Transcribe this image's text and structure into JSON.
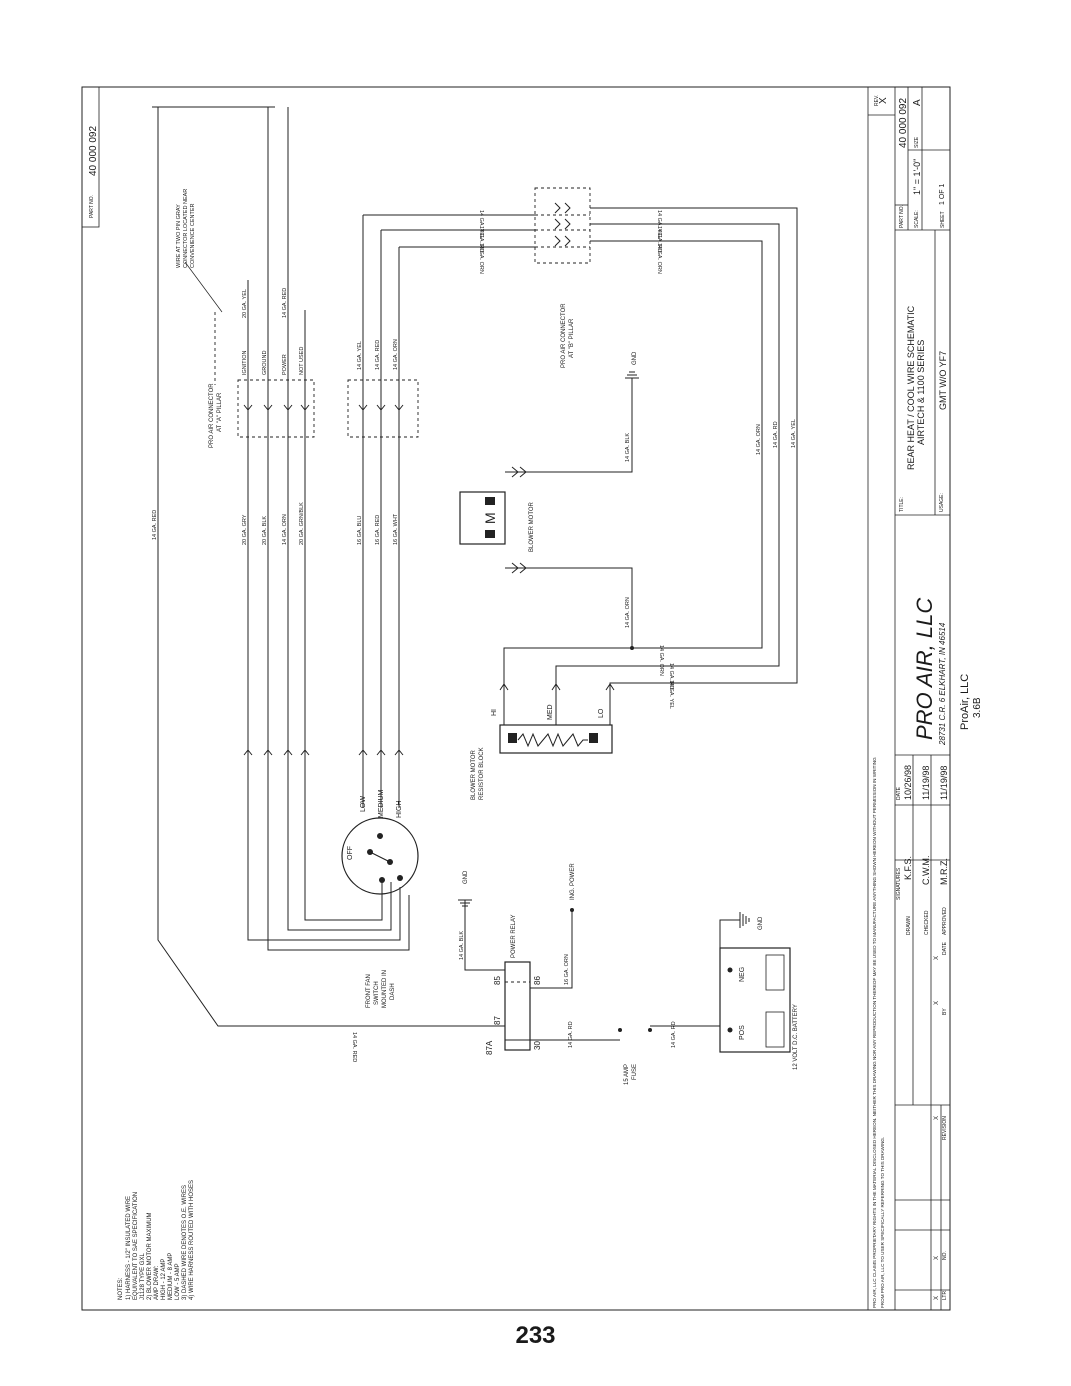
{
  "page_number": "233",
  "part_box": {
    "label": "PART NO.",
    "value": "40 000 092"
  },
  "notes": [
    "NOTES:",
    "1) HARNESS - 1/2\" INSULATED WIRE",
    "   EQUIVALENT TO SAE SPECIFICATION",
    "   J1128 TYPE GXL",
    "2) BLOWER MOTOR MAXIMUM",
    "   AMP DRAW:",
    "   HIGH - 12 AMP",
    "   MEDIUM - 8 AMP",
    "   LOW - 5 AMP",
    "3) DASHED WIRE DENOTES O.E. WIRES",
    "4) WIRE HARNESS ROUTED WITH HOSES"
  ],
  "connector_note": [
    "WIRE AT TWO PIN GRAY",
    "CONNECTOR LOCATED NEAR",
    "CONVENIENCE CENTER"
  ],
  "a_pillar_connector": {
    "label": [
      "PRO AIR CONNECTOR",
      "AT \"A\" PILLAR"
    ],
    "pins": [
      "IGNITION",
      "GROUND",
      "POWER",
      "NOT USED"
    ]
  },
  "b_pillar_connector": {
    "label": [
      "PRO AIR CONNECTOR",
      "AT \"B\" PILLAR"
    ]
  },
  "wires": {
    "w20_gry": "20 GA. GRY",
    "w20_blk": "20 GA. BLK",
    "w14_orn": "14 GA. ORN",
    "w20_grnblk": "20 GA. GRN/BLK",
    "w16_blu": "16 GA. BLU",
    "w16_red": "16 GA. RED",
    "w16_wht": "16 GA. WHT",
    "w14_red": "14 GA. RED",
    "w14_yel": "14 GA. YEL",
    "w14_rd": "14 GA. RD",
    "w14_blk": "14 GA. BLK",
    "w20_yel": "20 GA. YEL",
    "w16_orn": "16 GA. ORN"
  },
  "blower_motor": {
    "label": "BLOWER MOTOR",
    "symbol": "M"
  },
  "resistor_block": {
    "label": [
      "BLOWER MOTOR",
      "RESISTOR BLOCK"
    ],
    "taps": [
      "HI",
      "MED",
      "LO"
    ]
  },
  "fan_switch": {
    "label": [
      "FRONT FAN",
      "SWITCH",
      "MOUNTED IN",
      "DASH"
    ],
    "positions": [
      "OFF",
      "LOW",
      "MEDIUM",
      "HIGH"
    ]
  },
  "power_relay": {
    "label": "POWER RELAY",
    "pins": [
      "85",
      "86",
      "87",
      "87A",
      "30"
    ]
  },
  "ign_power": "ING. POWER",
  "gnd": "GND",
  "fuse": [
    "15 AMP",
    "FUSE"
  ],
  "battery": {
    "label": "12 VOLT D.C. BATTERY",
    "neg": "NEG",
    "pos": "POS"
  },
  "title_block": {
    "title_label": "TITLE:",
    "title_lines": [
      "REAR HEAT / COOL WIRE SCHEMATIC",
      "AIRTECH & 1100 SERIES"
    ],
    "usage_label": "USAGE:",
    "usage": "GMT W/O YF7",
    "part_label": "PART NO.",
    "part_no": "40 000 092",
    "scale_label": "SCALE:",
    "scale": "1\" = 1'-0\"",
    "size_label": "SIZE",
    "size": "A",
    "sheet_label": "SHEET",
    "sheet": "1  OF  1",
    "rev_label": "REV.",
    "rev": "X",
    "company": "PRO AIR, LLC",
    "address": "28731 C.R. 6   ELKHART, IN 46514",
    "sig_header": [
      "SIGNATURES",
      "DATE"
    ],
    "signatures": [
      {
        "role": "DRAWN",
        "name": "K.F.S.",
        "date": "10/26/98"
      },
      {
        "role": "CHECKED",
        "name": "C.W.M.",
        "date": "11/19/98"
      },
      {
        "role": "APPROVED",
        "name": "M.R.Z.",
        "date": "11/19/98"
      }
    ],
    "rev_headers": [
      "LTR.",
      "NO.",
      "REVISION",
      "BY",
      "DATE"
    ],
    "rev_row": [
      "X",
      "X",
      "X",
      "X",
      "X"
    ],
    "proprietary": [
      "PRO AIR, LLC CLAIMS PROPRIETARY RIGHTS IN THE MATERIAL DISCLOSED HEREON. NEITHER THIS DRAWING NOR ANY REPRODUCTION THEREOF MAY BE USED TO MANUFACTURE ANYTHING SHOWN HEREON WITHOUT PERMISSION IN WRITING",
      "FROM PRO AIR, LLC TO USER SPECIFICALLY REFERRING TO THIS DRAWING."
    ]
  },
  "footer": [
    "ProAir, LLC",
    "3.6B"
  ]
}
